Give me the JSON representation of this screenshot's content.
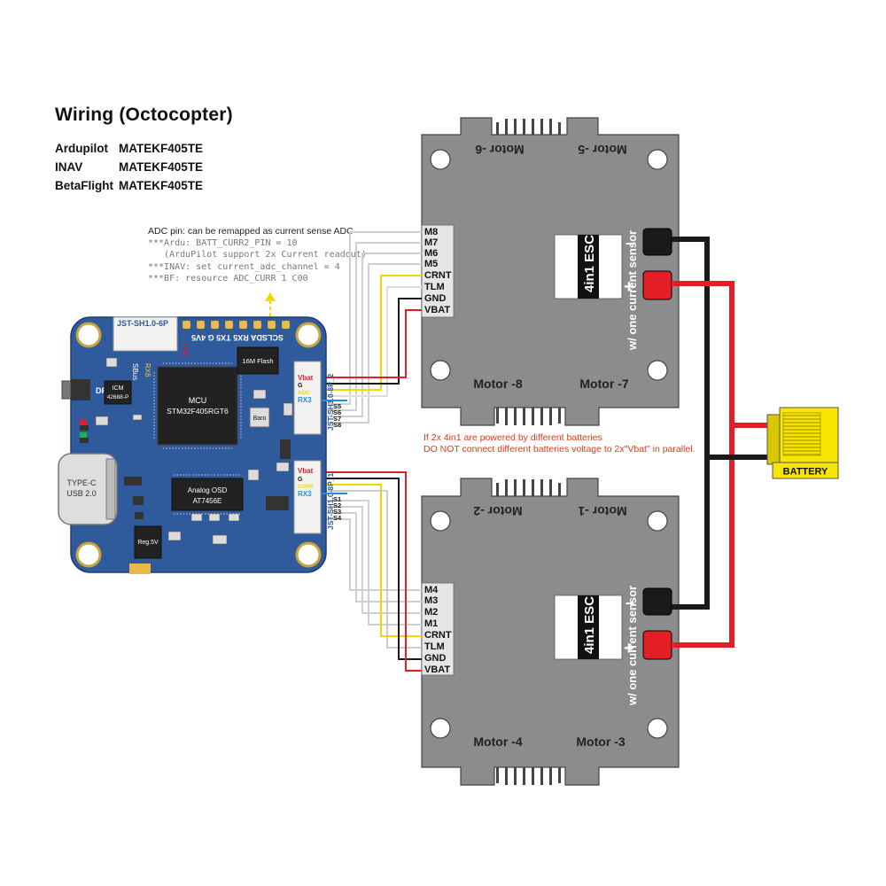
{
  "title": "Wiring (Octocopter)",
  "firmware": [
    {
      "name": "Ardupilot",
      "target": "MATEKF405TE"
    },
    {
      "name": "INAV",
      "target": "MATEKF405TE"
    },
    {
      "name": "BetaFlight",
      "target": "MATEKF405TE"
    }
  ],
  "adc_note": {
    "head": "ADC pin: can be remapped as current sense ADC",
    "lines": [
      "***Ardu: BATT_CURR2_PIN = 10",
      "   (ArduPilot support 2x Current readout)",
      "***INAV: set current_adc_channel = 4",
      "***BF: resource ADC_CURR 1 C00"
    ]
  },
  "warning": [
    "If 2x 4in1 are powered by different batteries",
    "DO NOT connect different batteries voltage to 2x\"Vbat\" in parallel."
  ],
  "fc_board": {
    "top_connector": "JST-SH1.0-6P",
    "top_pads": "SCLSDA RX5 TX5  G  4V5",
    "side_pads": "V G",
    "sbus_label": "SBus",
    "rx6_label": "RX6",
    "dfu_label": "DFU",
    "imu_label": "ICM\n42688-P",
    "mcu_label_1": "MCU",
    "mcu_label_2": "STM32F405RGT6",
    "flash_label": "16M Flash",
    "baro_label": "Baro",
    "osd_label_1": "Analog OSD",
    "osd_label_2": "AT7456E",
    "reg_label": "Reg.5V",
    "usb_label_1": "TYPE-C",
    "usb_label_2": "USB 2.0",
    "conn2_label": "JST-SH1.0-8P_2",
    "conn1_label": "JST-SH1.0-8P_1",
    "conn2_pins": [
      "Vbat",
      "G",
      "ADC",
      "RX3"
    ],
    "conn1_pins": [
      "Vbat",
      "G",
      "CURR",
      "RX3"
    ],
    "conn2_signals": [
      "S5",
      "S6",
      "S7",
      "S8"
    ],
    "conn1_signals": [
      "S1",
      "S2",
      "S3",
      "S4"
    ]
  },
  "esc_top": {
    "motors_top": [
      "Motor -6",
      "Motor -5"
    ],
    "motors_bottom": [
      "Motor -8",
      "Motor -7"
    ],
    "pins": [
      "M8",
      "M7",
      "M6",
      "M5",
      "CRNT",
      "TLM",
      "GND",
      "VBAT"
    ],
    "label": "4in1 ESC",
    "sub": "w/ one current sensor",
    "minus": "–",
    "plus": "+"
  },
  "esc_bottom": {
    "motors_top": [
      "Motor -2",
      "Motor -1"
    ],
    "motors_bottom": [
      "Motor -4",
      "Motor -3"
    ],
    "pins": [
      "M4",
      "M3",
      "M2",
      "M1",
      "CRNT",
      "TLM",
      "GND",
      "VBAT"
    ],
    "label": "4in1 ESC",
    "sub": "w/ one current sensor",
    "minus": "–",
    "plus": "+"
  },
  "battery": {
    "label": "BATTERY"
  },
  "colors": {
    "board_blue": "#2f5a9c",
    "esc_gray": "#8c8c8c",
    "wire_red": "#e41e26",
    "wire_black": "#1a1a1a",
    "wire_yellow": "#f2d800",
    "wire_white": "#d0d0d0",
    "xt60_yellow": "#f7e400",
    "warn_red": "#e23a1a"
  }
}
